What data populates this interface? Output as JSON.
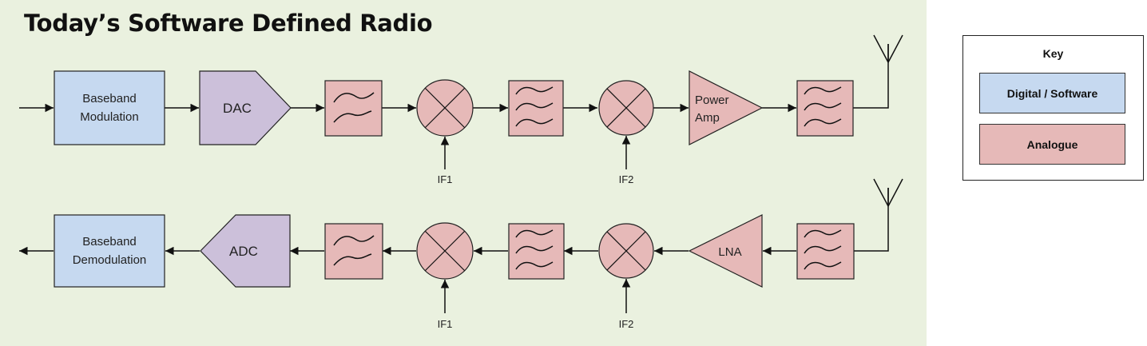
{
  "title": "Today’s Software Defined Radio",
  "colors": {
    "background": "#eaf1df",
    "digital": "#c6d9f0",
    "converter": "#ccc0da",
    "analogue": "#e6b9b8",
    "stroke": "#222222"
  },
  "tx": {
    "baseband": [
      "Baseband",
      "Modulation"
    ],
    "dac": "DAC",
    "if1": "IF1",
    "if2": "IF2",
    "amp": [
      "Power",
      "Amp"
    ]
  },
  "rx": {
    "baseband": [
      "Baseband",
      "Demodulation"
    ],
    "adc": "ADC",
    "if1": "IF1",
    "if2": "IF2",
    "amp": "LNA"
  },
  "key": {
    "title": "Key",
    "items": [
      {
        "label": "Digital / Software",
        "color": "#c6d9f0"
      },
      {
        "label": "Analogue",
        "color": "#e6b9b8"
      }
    ]
  }
}
